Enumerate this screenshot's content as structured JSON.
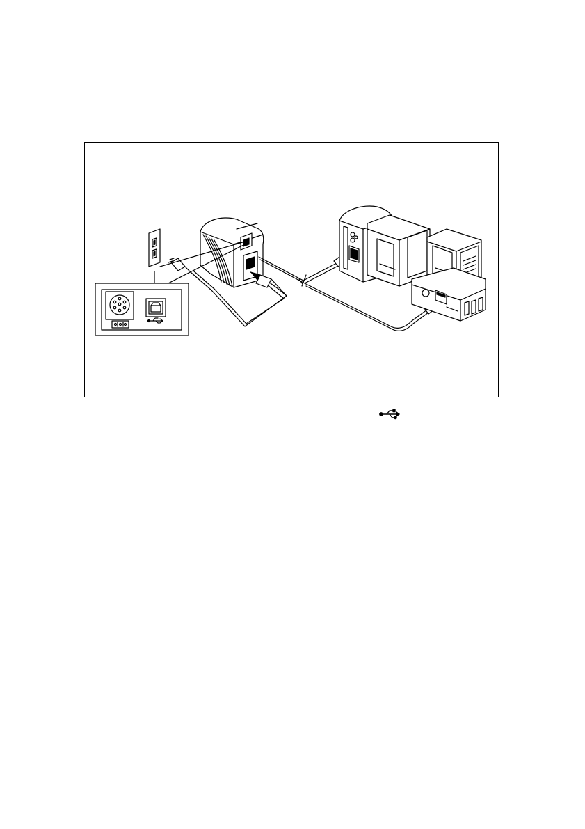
{
  "figure": {
    "kind": "printer-connection-illustration",
    "items": [
      "wall-outlet",
      "power-cord",
      "printer",
      "usb-cable",
      "connector-panel",
      "mac-computer",
      "pc-computer"
    ],
    "connector_panel_ports": [
      "power-socket-icon",
      "usb-port-icon"
    ],
    "colors": {
      "line": "#000000",
      "fill": "#ffffff",
      "shade": "#e6e6e6"
    }
  },
  "caption": {
    "usb_symbol": "usb-icon"
  }
}
